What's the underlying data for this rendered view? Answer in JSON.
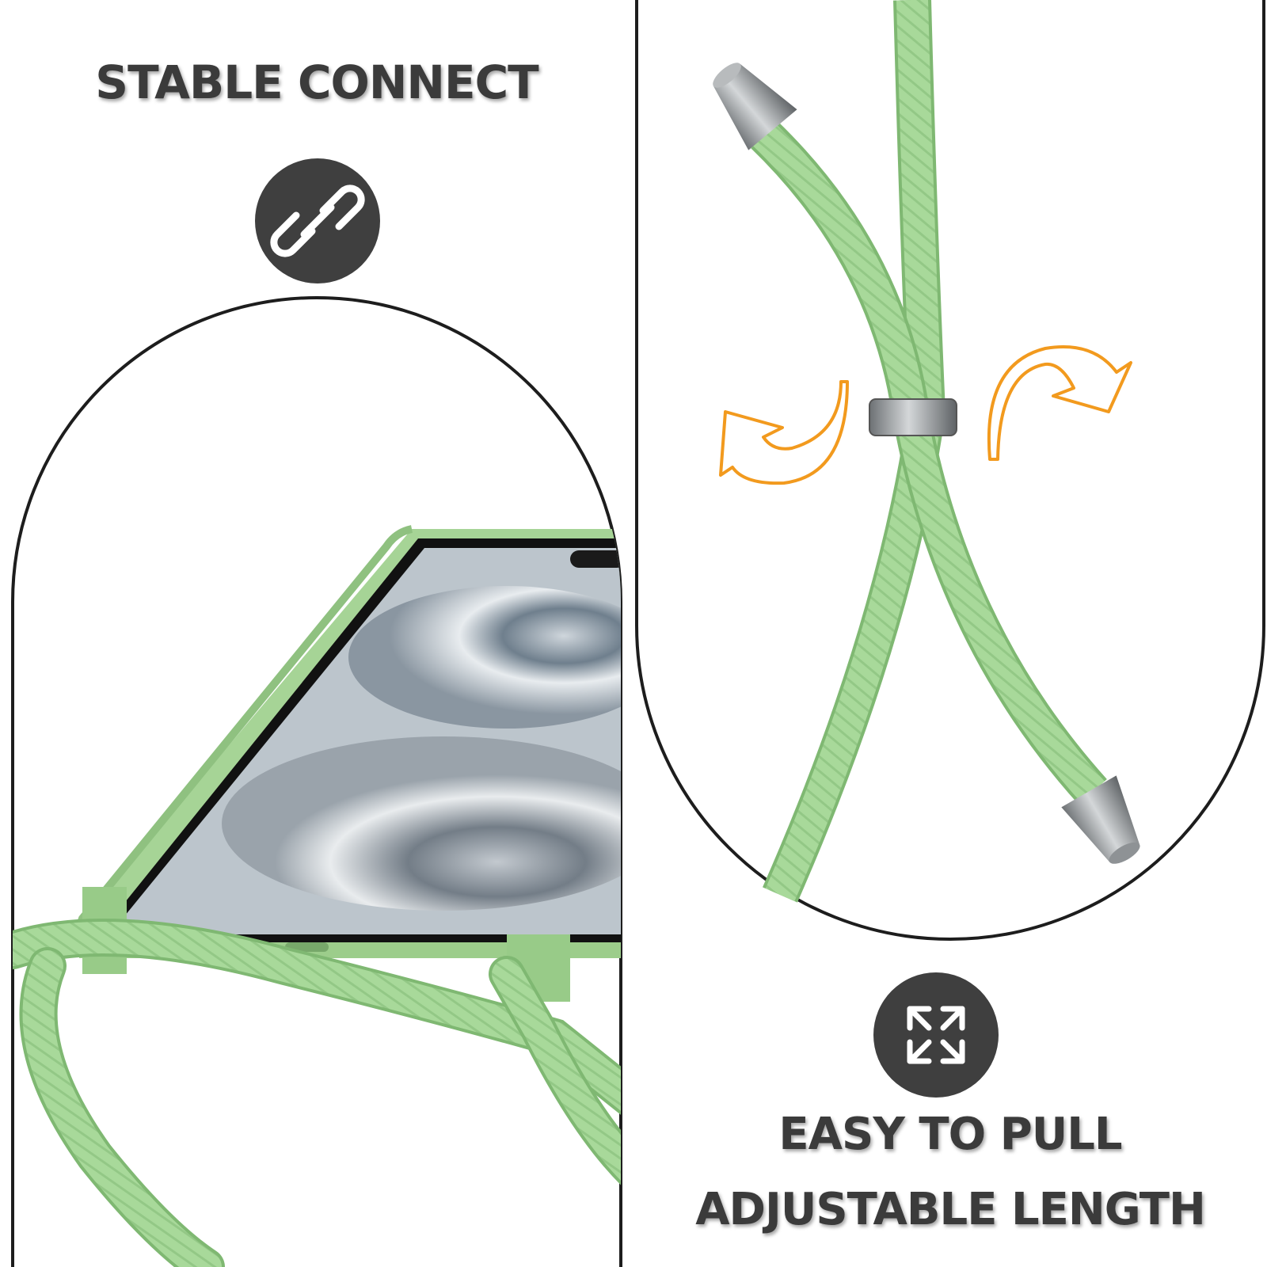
{
  "left_panel": {
    "heading": "STABLE CONNECT",
    "badge_icon": "link-icon"
  },
  "right_panel": {
    "heading_line1": "EASY TO PULL",
    "heading_line2": "ADJUSTABLE LENGTH",
    "badge_icon": "expand-arrows-icon"
  },
  "colors": {
    "cord_green": "#a8d99a",
    "cord_shadow": "#7fb872",
    "badge_dark": "#3f3f3f",
    "heading_text": "#3b3b3b",
    "arrow_orange": "#f29a1e",
    "metal": "#8f9396"
  }
}
